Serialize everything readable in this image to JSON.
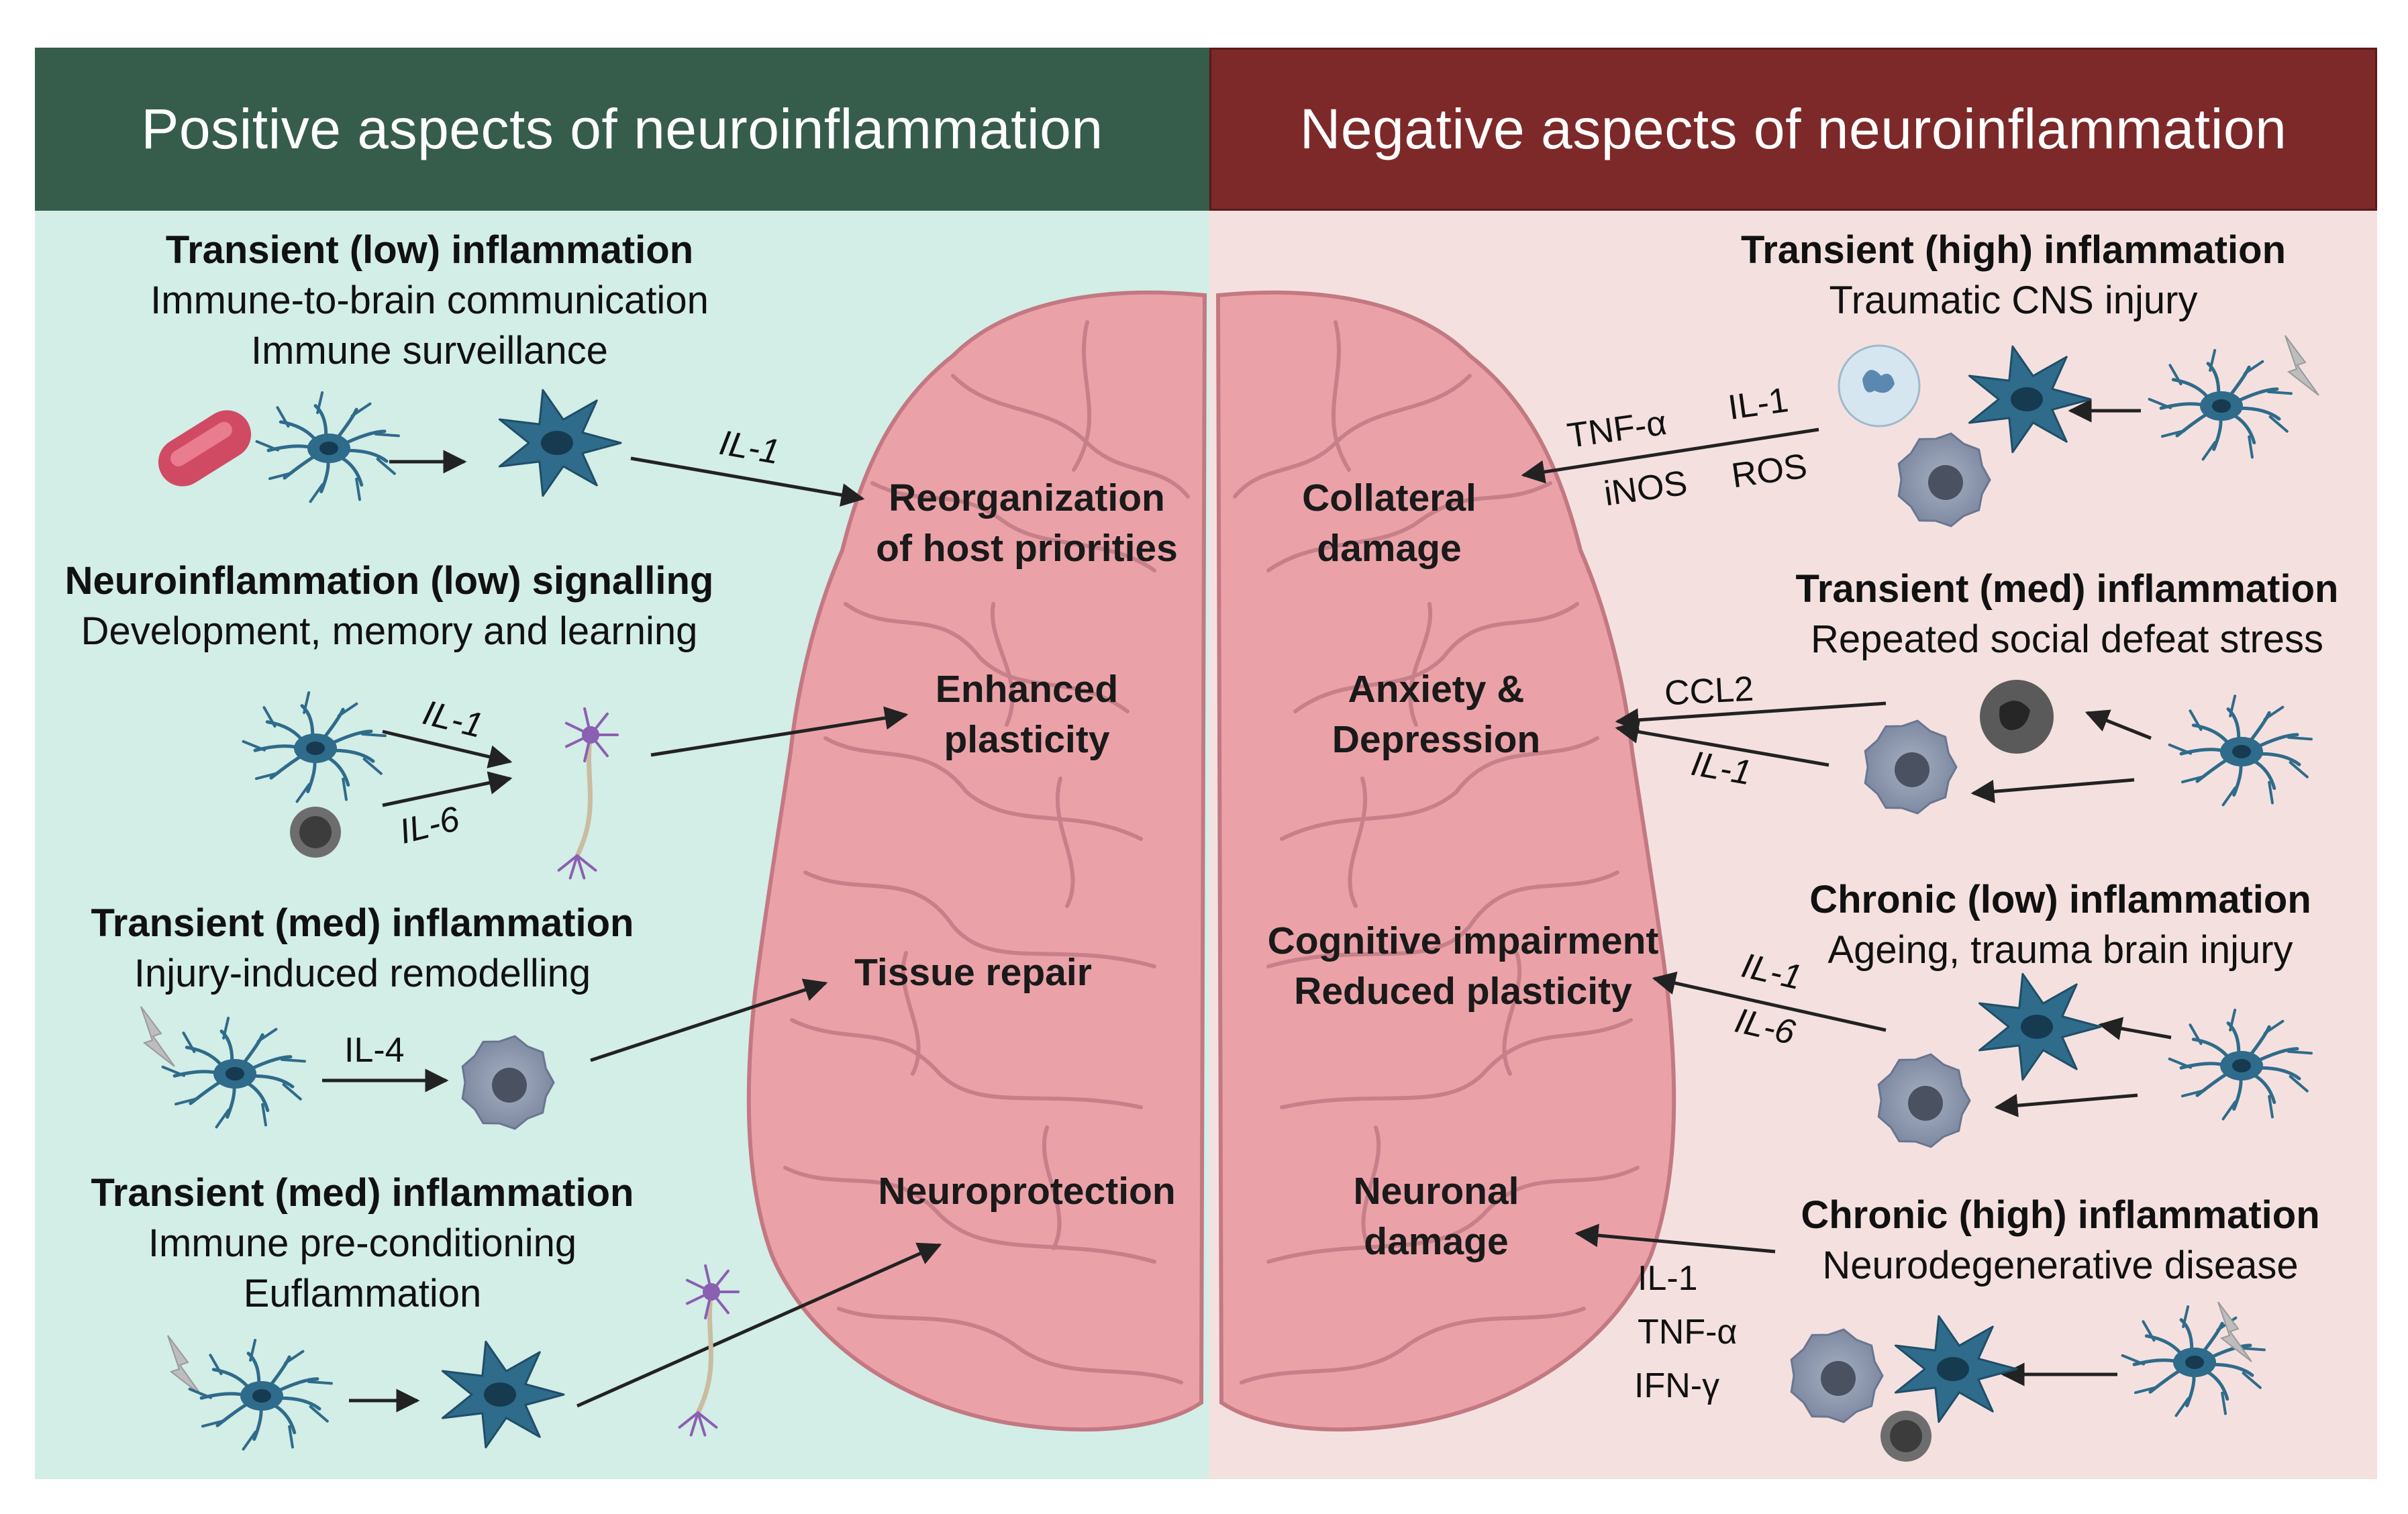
{
  "headers": {
    "positive": "Positive aspects of neuroinflammation",
    "negative": "Negative aspects of neuroinflammation"
  },
  "left_blocks": [
    {
      "title": "Transient (low) inflammation",
      "lines": [
        "Immune-to-brain communication",
        "Immune surveillance"
      ]
    },
    {
      "title": "Neuroinflammation (low) signalling",
      "lines": [
        "Development, memory and learning"
      ]
    },
    {
      "title": "Transient (med) inflammation",
      "lines": [
        "Injury-induced remodelling"
      ]
    },
    {
      "title": "Transient (med) inflammation",
      "lines": [
        "Immune pre-conditioning",
        "Euflammation"
      ]
    }
  ],
  "right_blocks": [
    {
      "title": "Transient (high) inflammation",
      "lines": [
        "Traumatic CNS injury"
      ]
    },
    {
      "title": "Transient (med) inflammation",
      "lines": [
        "Repeated social defeat stress"
      ]
    },
    {
      "title": "Chronic (low) inflammation",
      "lines": [
        "Ageing, trauma brain injury"
      ]
    },
    {
      "title": "Chronic (high) inflammation",
      "lines": [
        "Neurodegenerative disease"
      ]
    }
  ],
  "brain_left_outcomes": [
    [
      "Reorganization",
      "of host priorities"
    ],
    [
      "Enhanced",
      "plasticity"
    ],
    [
      "Tissue repair"
    ],
    [
      "Neuroprotection"
    ]
  ],
  "brain_right_outcomes": [
    [
      "Collateral",
      "damage"
    ],
    [
      "Anxiety &",
      "Depression"
    ],
    [
      "Cognitive impairment",
      "Reduced plasticity"
    ],
    [
      "Neuronal",
      "damage"
    ]
  ],
  "cytokines": {
    "l1": "IL-1",
    "l2a": "IL-1",
    "l2b": "IL-6",
    "l3": "IL-4",
    "r1a": "TNF-α",
    "r1b": "IL-1",
    "r1c": "iNOS",
    "r1d": "ROS",
    "r2a": "CCL2",
    "r2b": "IL-1",
    "r3a": "IL-1",
    "r3b": "IL-6",
    "r4a": "IL-1",
    "r4b": "TNF-α",
    "r4c": "IFN-γ"
  },
  "colors": {
    "positive_header": "#365c4c",
    "negative_header": "#7d2929",
    "positive_bg": "#d3ede7",
    "negative_bg": "#f4e1df",
    "brain": "#eaa2a8",
    "cell": "#2f6b8a"
  },
  "icons": [
    "bacterium-icon",
    "microglia-icon",
    "activated-microglia-icon",
    "neuron-icon",
    "macrophage-icon",
    "monocyte-icon",
    "neutrophil-icon",
    "lightning-icon"
  ]
}
